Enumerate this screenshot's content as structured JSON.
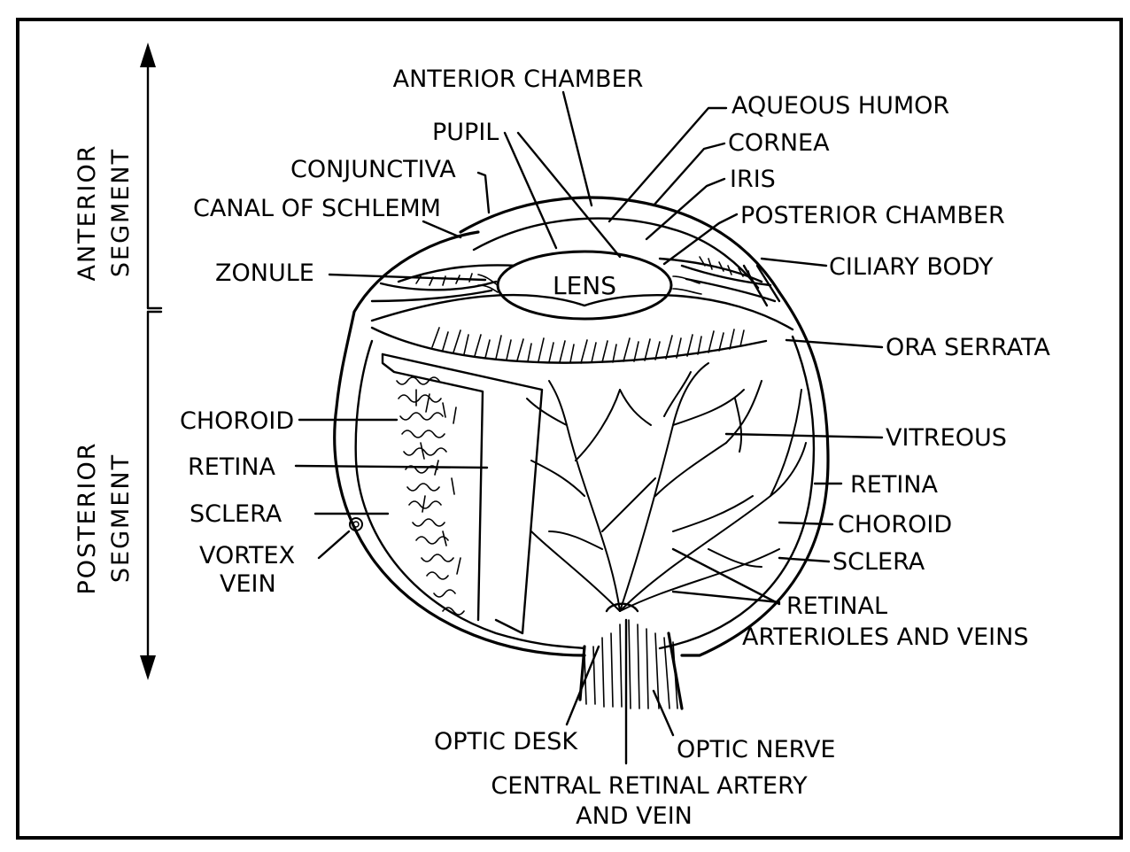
{
  "segments": {
    "anterior": [
      "ANTERIOR",
      "SEGMENT"
    ],
    "posterior": [
      "POSTERIOR",
      "SEGMENT"
    ]
  },
  "labels": {
    "anterior_chamber": "ANTERIOR CHAMBER",
    "aqueous_humor": "AQUEOUS HUMOR",
    "pupil": "PUPIL",
    "cornea": "CORNEA",
    "conjunctiva": "CONJUNCTIVA",
    "iris": "IRIS",
    "canal_of_schlemm": "CANAL OF SCHLEMM",
    "posterior_chamber": "POSTERIOR CHAMBER",
    "zonule": "ZONULE",
    "lens": "LENS",
    "ciliary_body": "CILIARY BODY",
    "ora_serrata": "ORA SERRATA",
    "choroid_left": "CHOROID",
    "vitreous": "VITREOUS",
    "retina_left": "RETINA",
    "retina_right": "RETINA",
    "sclera_left": "SCLERA",
    "choroid_right": "CHOROID",
    "vortex_vein": [
      "VORTEX",
      "VEIN"
    ],
    "sclera_right": "SCLERA",
    "retinal_vessels": [
      "RETINAL",
      "ARTERIOLES AND VEINS"
    ],
    "optic_desk": "OPTIC DESK",
    "optic_nerve": "OPTIC NERVE",
    "central_retinal": [
      "CENTRAL RETINAL ARTERY",
      "AND VEIN"
    ]
  }
}
